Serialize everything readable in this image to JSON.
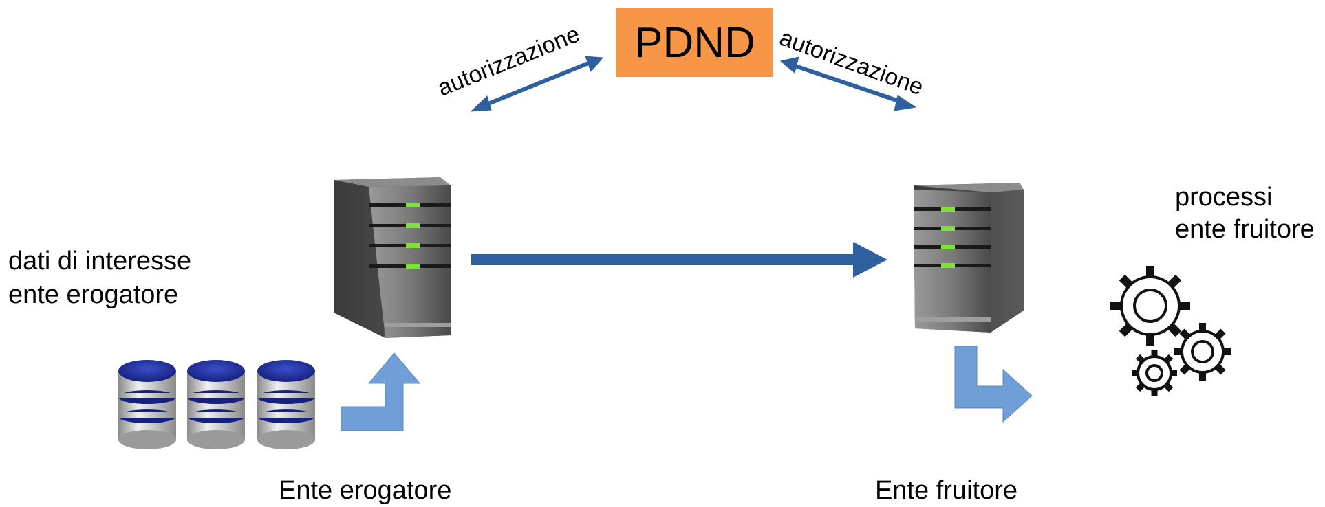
{
  "pdnd": {
    "label": "PDND"
  },
  "auth_left": {
    "label": "autorizzazione"
  },
  "auth_right": {
    "label": "autorizzazione"
  },
  "provider": {
    "data_label_line1": "dati di interesse",
    "data_label_line2": "ente erogatore",
    "name": "Ente erogatore"
  },
  "consumer": {
    "process_label_line1": "processi",
    "process_label_line2": "ente fruitore",
    "name": "Ente fruitore"
  },
  "colors": {
    "pdnd_fill": "#f79646",
    "flow_arrow": "#2e5f9e",
    "light_arrow": "#6f9fd6",
    "server_body": "#6b6b6b",
    "led": "#7ee23a",
    "db_top": "#1f2f9a"
  }
}
